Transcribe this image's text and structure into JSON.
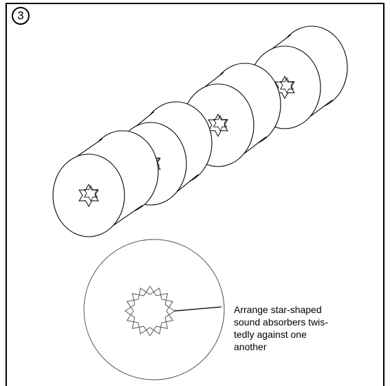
{
  "step": {
    "number": "3"
  },
  "annotation": {
    "lines": [
      "Arrange star-shaped",
      "sound absorbers twis-",
      "tedly against one",
      "another"
    ]
  }
}
